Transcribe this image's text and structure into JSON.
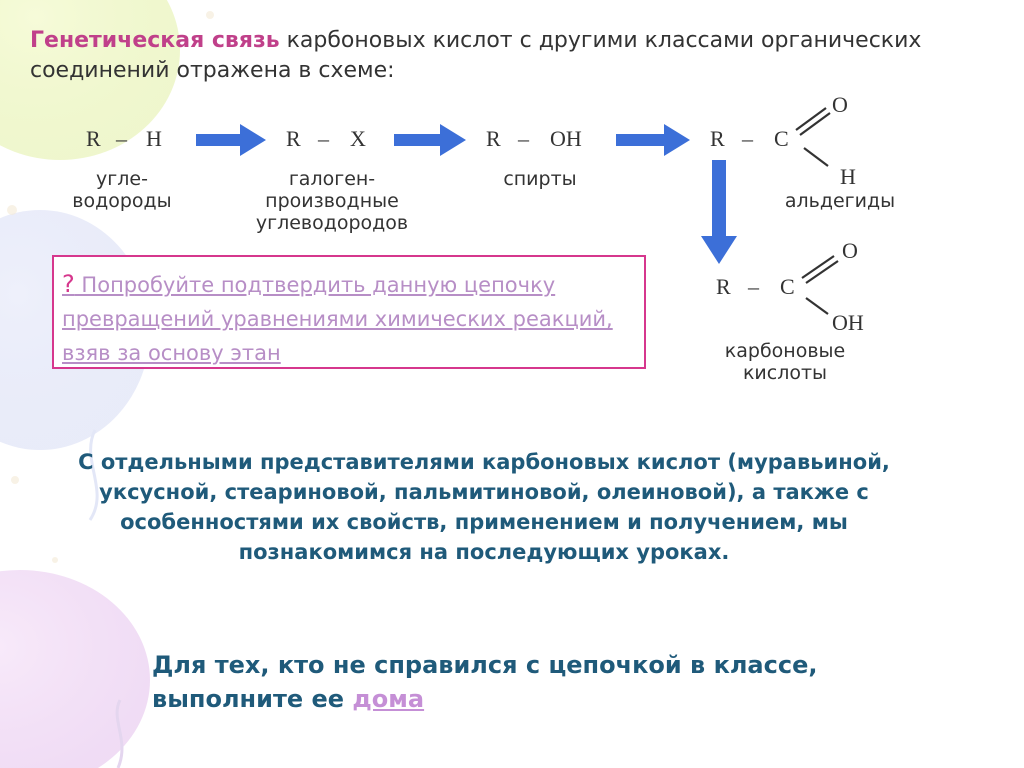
{
  "title": {
    "highlight": "Генетическая связь",
    "rest": " карбоновых кислот с другими классами органических соединений отражена в схеме:"
  },
  "scheme": {
    "steps": [
      {
        "formula": "R – H",
        "label": "угле-\nводороды"
      },
      {
        "formula": "R – X",
        "label": "галоген-\nпроизводные\nуглеводородов"
      },
      {
        "formula": "R – OH",
        "label": "спирты"
      },
      {
        "formula": "R – C",
        "label": "альдегиды"
      },
      {
        "formula": "R – C",
        "label": "карбоновые\nкислоты"
      }
    ],
    "atoms": {
      "r": "R",
      "h": "H",
      "x": "X",
      "oh": "OH",
      "c": "C",
      "o": "O",
      "dash": "–"
    }
  },
  "task": {
    "mark": "?",
    "text": " Попробуйте подтвердить данную цепочку превращений уравнениями химических реакций, взяв за основу этан"
  },
  "info": "С отдельными представителями карбоновых кислот (муравьиной, уксусной, стеариновой, пальмитиновой, олеиновой), а также с особенностями их свойств, применением и получением, мы познакомимся на последующих уроках.",
  "home": {
    "text": "Для тех, кто не справился с цепочкой в классе, выполните ее ",
    "link": "дома"
  },
  "colors": {
    "title_accent": "#c0408a",
    "arrow": "#3c6fd8",
    "task_border": "#d6378d",
    "body_text": "#1f5a7a"
  }
}
